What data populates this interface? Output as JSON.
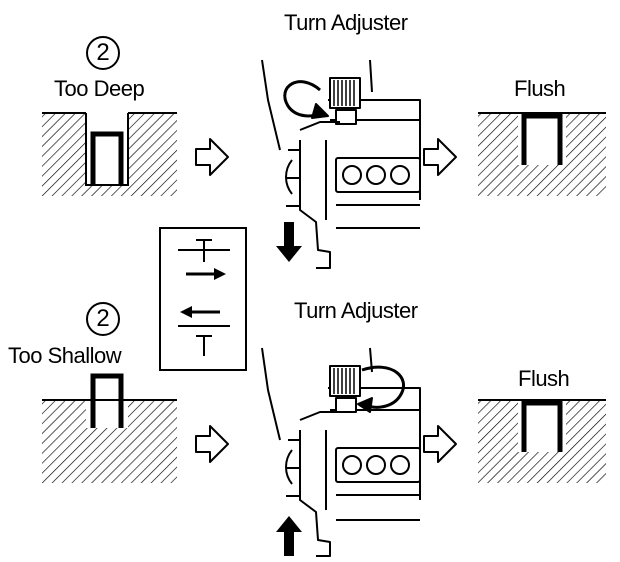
{
  "step_top": {
    "number": "2",
    "label": "Too Deep"
  },
  "step_bottom": {
    "number": "2",
    "label": "Too Shallow"
  },
  "adjuster_top": "Turn Adjuster",
  "adjuster_bottom": "Turn Adjuster",
  "result_top": "Flush",
  "result_bottom": "Flush",
  "icons": {
    "deep_arrow": "arrow-down-icon",
    "shallow_arrow": "arrow-up-icon",
    "flow": "hollow-arrow-right-icon",
    "legend": "depth-adjust-legend-icon"
  }
}
